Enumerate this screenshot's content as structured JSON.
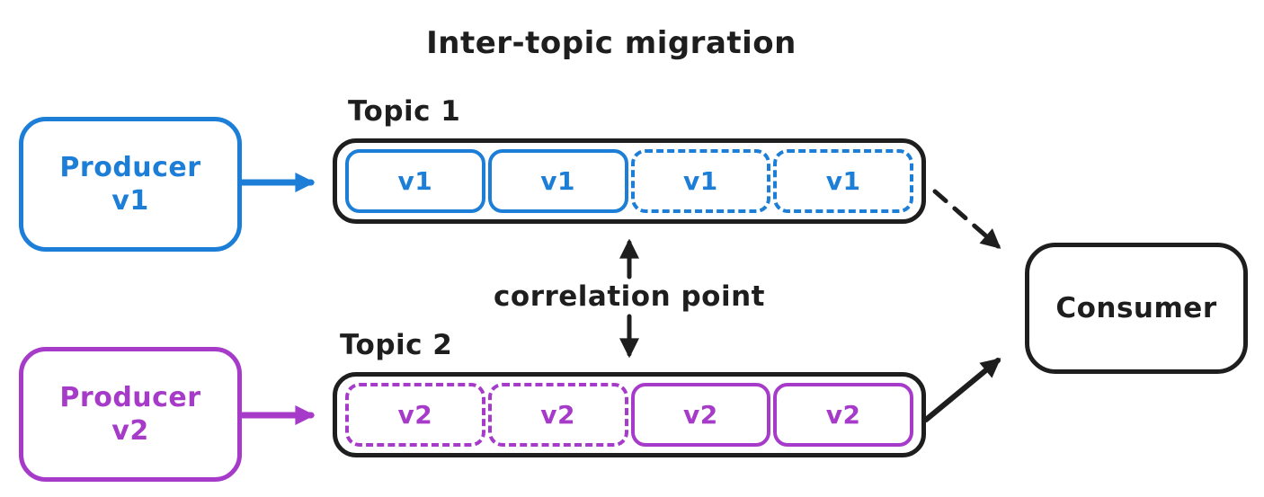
{
  "title": "Inter-topic migration",
  "colors": {
    "v1_accent": "#1c7ed6",
    "v2_accent": "#a73bc9",
    "ink": "#1e1e1e",
    "background": "#ffffff"
  },
  "producers": [
    {
      "id": "producer-v1",
      "line1": "Producer",
      "line2": "v1",
      "color": "#1c7ed6"
    },
    {
      "id": "producer-v2",
      "line1": "Producer",
      "line2": "v2",
      "color": "#a73bc9"
    }
  ],
  "topics": [
    {
      "label": "Topic 1",
      "cells": [
        {
          "label": "v1",
          "border": "solid"
        },
        {
          "label": "v1",
          "border": "solid"
        },
        {
          "label": "v1",
          "border": "dashed"
        },
        {
          "label": "v1",
          "border": "dashed"
        }
      ]
    },
    {
      "label": "Topic 2",
      "cells": [
        {
          "label": "v2",
          "border": "dashed"
        },
        {
          "label": "v2",
          "border": "dashed"
        },
        {
          "label": "v2",
          "border": "solid"
        },
        {
          "label": "v2",
          "border": "solid"
        }
      ]
    }
  ],
  "consumer": {
    "label": "Consumer"
  },
  "annotations": {
    "correlation_label": "correlation point"
  },
  "connections": [
    {
      "from": "producer-v1",
      "to": "topic-1",
      "style": "solid",
      "color": "#1c7ed6"
    },
    {
      "from": "producer-v2",
      "to": "topic-2",
      "style": "solid",
      "color": "#a73bc9"
    },
    {
      "from": "topic-1",
      "to": "consumer",
      "style": "dashed",
      "color": "#1e1e1e"
    },
    {
      "from": "topic-2",
      "to": "consumer",
      "style": "solid",
      "color": "#1e1e1e"
    },
    {
      "from": "correlation-point",
      "to": "topic-1",
      "style": "solid",
      "color": "#1e1e1e"
    },
    {
      "from": "correlation-point",
      "to": "topic-2",
      "style": "solid",
      "color": "#1e1e1e"
    }
  ]
}
